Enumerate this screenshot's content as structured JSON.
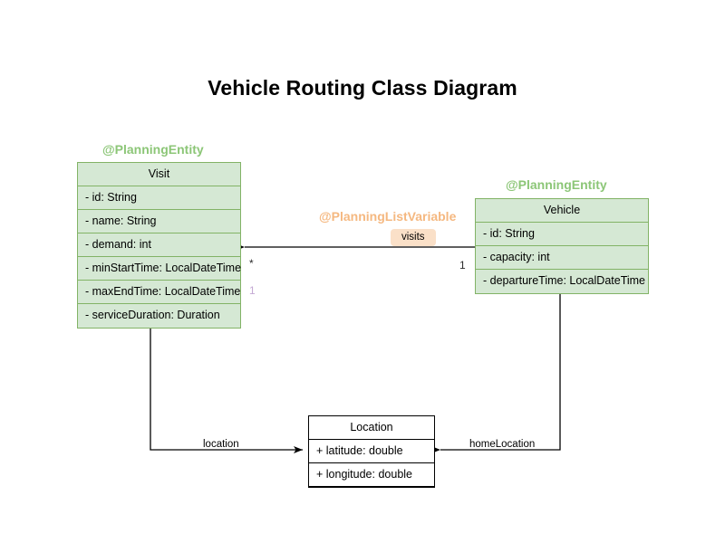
{
  "diagram": {
    "title": "Vehicle Routing Class Diagram",
    "type": "uml-class-diagram",
    "background": "#ffffff",
    "colors": {
      "class_fill": "#d5e8d4",
      "class_border": "#82b366",
      "plain_fill": "#ffffff",
      "plain_border": "#000000",
      "stereotype_entity": "#8cc677",
      "stereotype_listvar": "#f5b880",
      "badge_fill": "#fae0c8",
      "edge": "#000000",
      "multiplicity_faded": "#c4a8d4"
    }
  },
  "classes": {
    "visit": {
      "stereotype": "@PlanningEntity",
      "name": "Visit",
      "attributes": [
        "- id: String",
        "- name: String",
        "- demand: int",
        "- minStartTime: LocalDateTime",
        "- maxEndTime: LocalDateTime",
        "- serviceDuration: Duration"
      ]
    },
    "vehicle": {
      "stereotype": "@PlanningEntity",
      "name": "Vehicle",
      "attributes": [
        "- id: String",
        "- capacity: int",
        "- departureTime: LocalDateTime"
      ]
    },
    "location": {
      "stereotype": "",
      "name": "Location",
      "attributes": [
        "+ latitude: double",
        "+ longitude: double"
      ]
    }
  },
  "relationships": {
    "visits": {
      "stereotype": "@PlanningListVariable",
      "label": "visits",
      "source": "Vehicle",
      "target": "Visit",
      "source_multiplicity": "1",
      "target_multiplicity": "*",
      "extra_multiplicity": "1"
    },
    "location": {
      "label": "location",
      "source": "Visit",
      "target": "Location"
    },
    "home_location": {
      "label": "homeLocation",
      "source": "Vehicle",
      "target": "Location"
    }
  }
}
